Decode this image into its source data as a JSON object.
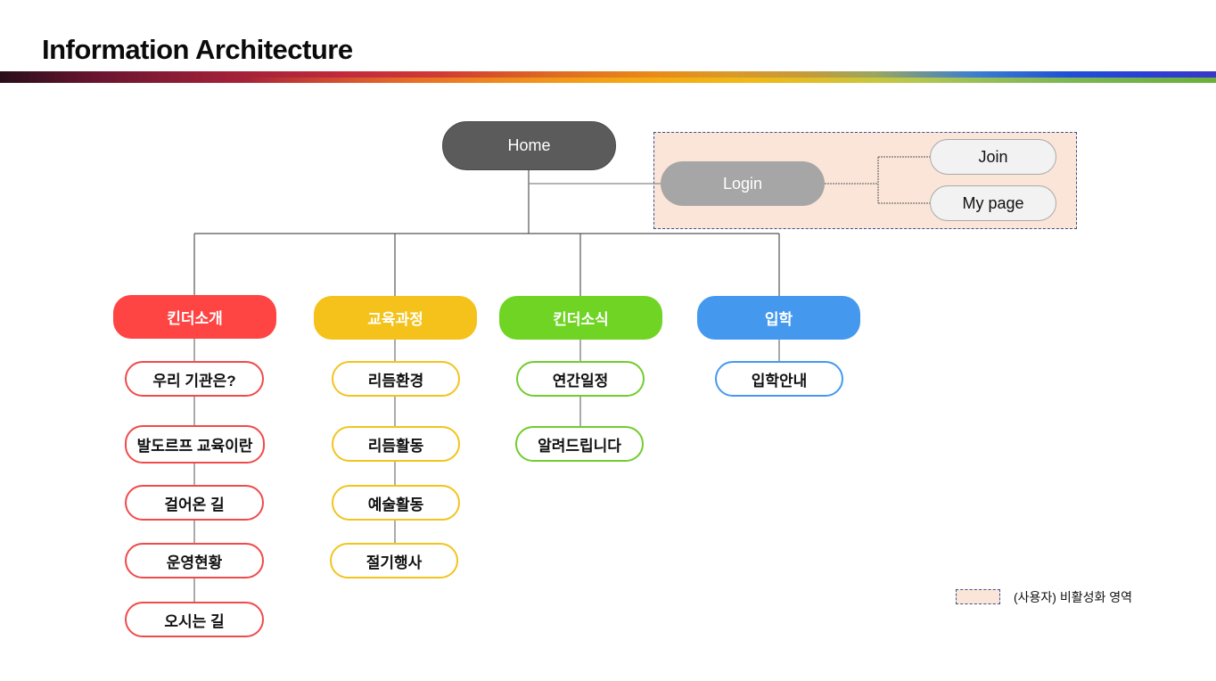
{
  "page": {
    "title": "Information Architecture"
  },
  "root": {
    "label": "Home"
  },
  "login_group": {
    "login": "Login",
    "children": [
      "Join",
      "My page"
    ],
    "zone_color": "#fbe5d8"
  },
  "categories": [
    {
      "label": "킨더소개",
      "color": "#ff4444",
      "children": [
        "우리 기관은?",
        "발도르프 교육이란",
        "걸어온 길",
        "운영현황",
        "오시는 길"
      ]
    },
    {
      "label": "교육과정",
      "color": "#f4c21a",
      "children": [
        "리듬환경",
        "리듬활동",
        "예술활동",
        "절기행사"
      ]
    },
    {
      "label": "킨더소식",
      "color": "#6fd424",
      "children": [
        "연간일정",
        "알려드립니다"
      ]
    },
    {
      "label": "입학",
      "color": "#4499ee",
      "children": [
        "입학안내"
      ]
    }
  ],
  "legend": {
    "label": "(사용자) 비활성화 영역"
  }
}
